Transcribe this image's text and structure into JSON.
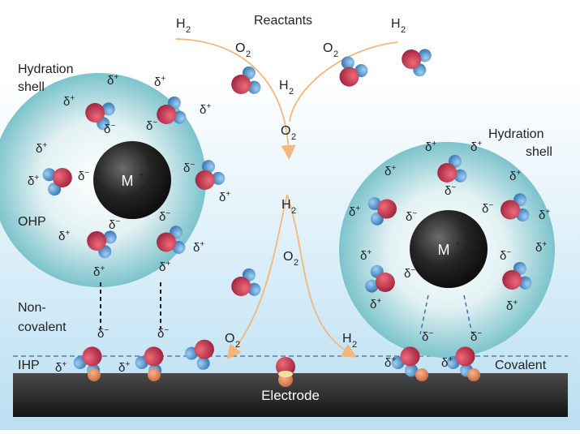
{
  "labels": {
    "reactants": "Reactants",
    "hydration_shell_left": [
      "Hydration",
      "shell"
    ],
    "hydration_shell_right": [
      "Hydration",
      "shell"
    ],
    "ohp": "OHP",
    "non_covalent": [
      "Non-",
      "covalent"
    ],
    "ihp": "IHP",
    "covalent": "Covalent",
    "electrode": "Electrode",
    "cation": "M",
    "cation_sup": "+",
    "delta": "δ",
    "plus": "+",
    "minus": "−"
  },
  "gases": {
    "h2": "H",
    "o2": "O",
    "sub": "2"
  },
  "colors": {
    "background_top": "#ffffff",
    "background_bottom": "#b9dff2",
    "shell_outer": "#7cc3cc",
    "shell_inner": "#ffffff",
    "cation": "#1a1a1a",
    "electrode": "#2b2b2b",
    "arrow": "#f3b77a",
    "oxygen": "#c8304a",
    "hydrogen": "#3f8fd0",
    "adsorbed": "#e58b5a",
    "dashed_plane": "#5b7fa6"
  }
}
